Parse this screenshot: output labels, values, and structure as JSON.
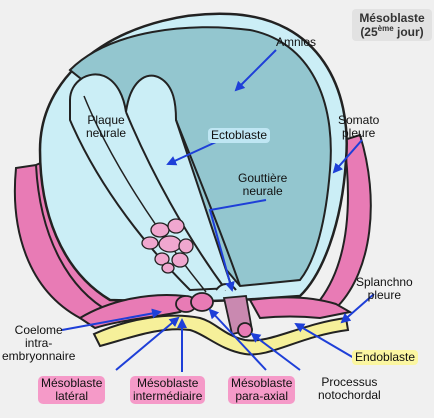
{
  "title": {
    "line1": "Mésoblaste",
    "line2_prefix": "(25",
    "line2_sup": "ème",
    "line2_suffix": " jour)"
  },
  "labels": {
    "amnios": "Amnios",
    "somatopleure": [
      "Somato",
      "pleure"
    ],
    "plaque_neurale": [
      "Plaque",
      "neurale"
    ],
    "ectoblaste": "Ectoblaste",
    "gouttiere_neurale": [
      "Gouttière",
      "neurale"
    ],
    "splanchnopleure": [
      "Splanchno",
      "pleure"
    ],
    "coelome": [
      "Coelome",
      "intra-",
      "embryonnaire"
    ],
    "endoblaste": "Endoblaste",
    "mesoblaste_lateral": [
      "Mésoblaste",
      "latéral"
    ],
    "mesoblaste_intermediaire": [
      "Mésoblaste",
      "intermédiaire"
    ],
    "mesoblaste_para_axial": [
      "Mésoblaste",
      "para-axial"
    ],
    "processus_notochordal": [
      "Processus",
      "notochordal"
    ]
  },
  "colors": {
    "background": "#f0f0f0",
    "amniotic_cavity": "#93c6cf",
    "ectoblast": "#cbeef6",
    "mesoblast": "#e87bb5",
    "endoblast": "#f6f09a",
    "arrow": "#1e3fd8",
    "outline": "#222222"
  }
}
